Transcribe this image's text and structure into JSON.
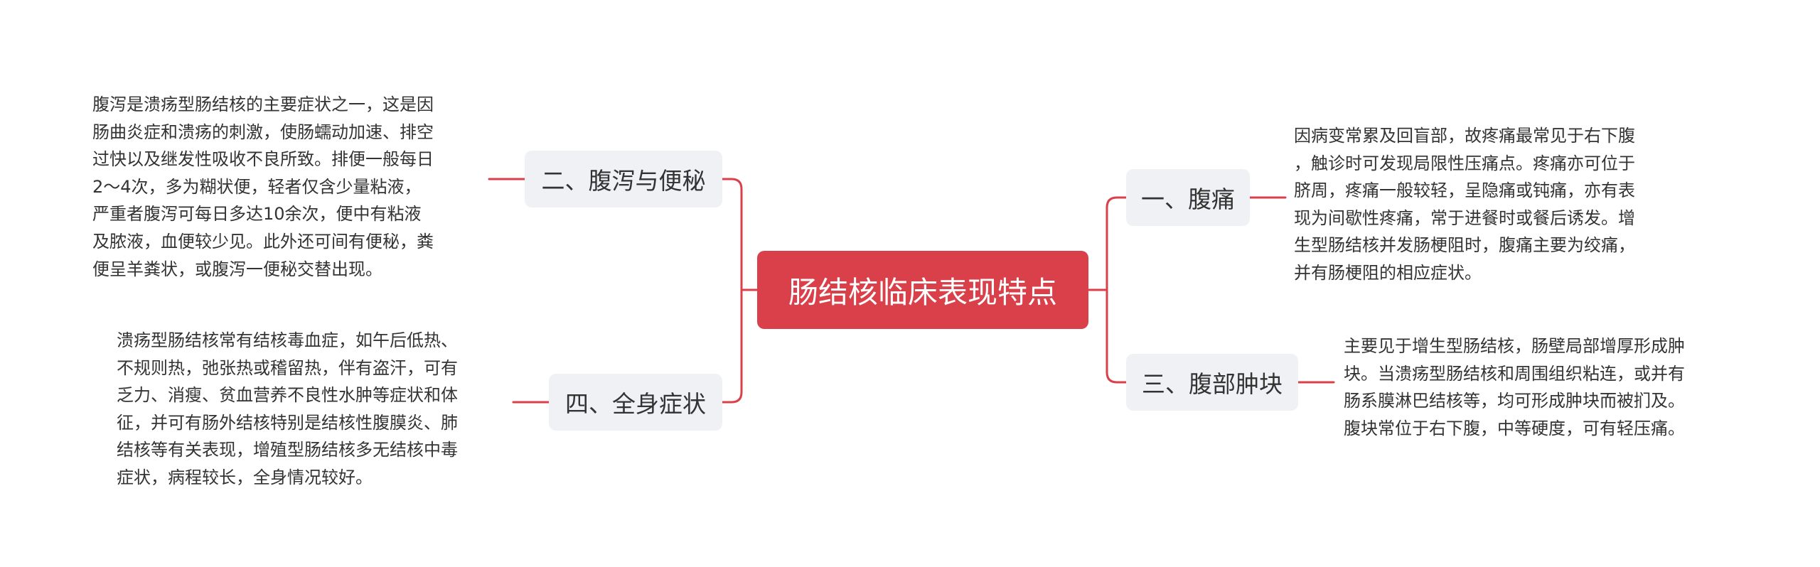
{
  "root": {
    "label": "肠结核临床表现特点"
  },
  "topics": {
    "t1": {
      "label": "一、腹痛",
      "text": "因病变常累及回盲部，故疼痛最常见于右下腹\n，触诊时可发现局限性压痛点。疼痛亦可位于\n脐周，疼痛一般较轻，呈隐痛或钝痛，亦有表\n现为间歇性疼痛，常于进餐时或餐后诱发。增\n生型肠结核并发肠梗阻时，腹痛主要为绞痛，\n并有肠梗阻的相应症状。"
    },
    "t2": {
      "label": "二、腹泻与便秘",
      "text": "腹泻是溃疡型肠结核的主要症状之一，这是因\n肠曲炎症和溃疡的刺激，使肠蠕动加速、排空\n过快以及继发性吸收不良所致。排便一般每日\n2～4次，多为糊状便，轻者仅含少量粘液，\n严重者腹泻可每日多达10余次，便中有粘液\n及脓液，血便较少见。此外还可间有便秘，粪\n便呈羊粪状，或腹泻一便秘交替出现。"
    },
    "t3": {
      "label": "三、腹部肿块",
      "text": "主要见于增生型肠结核，肠壁局部增厚形成肿\n块。当溃疡型肠结核和周围组织粘连，或并有\n肠系膜淋巴结核等，均可形成肿块而被扪及。\n腹块常位于右下腹，中等硬度，可有轻压痛。"
    },
    "t4": {
      "label": "四、全身症状",
      "text": "溃疡型肠结核常有结核毒血症，如午后低热、\n不规则热，弛张热或稽留热，伴有盗汗，可有\n乏力、消瘦、贫血营养不良性水肿等症状和体\n征，并可有肠外结核特别是结核性腹膜炎、肺\n结核等有关表现，增殖型肠结核多无结核中毒\n症状，病程较长，全身情况较好。"
    }
  },
  "colors": {
    "root_fill": "#d9404a",
    "topic_fill": "#eff1f5",
    "connector": "#d9404a",
    "text": "#333333"
  }
}
